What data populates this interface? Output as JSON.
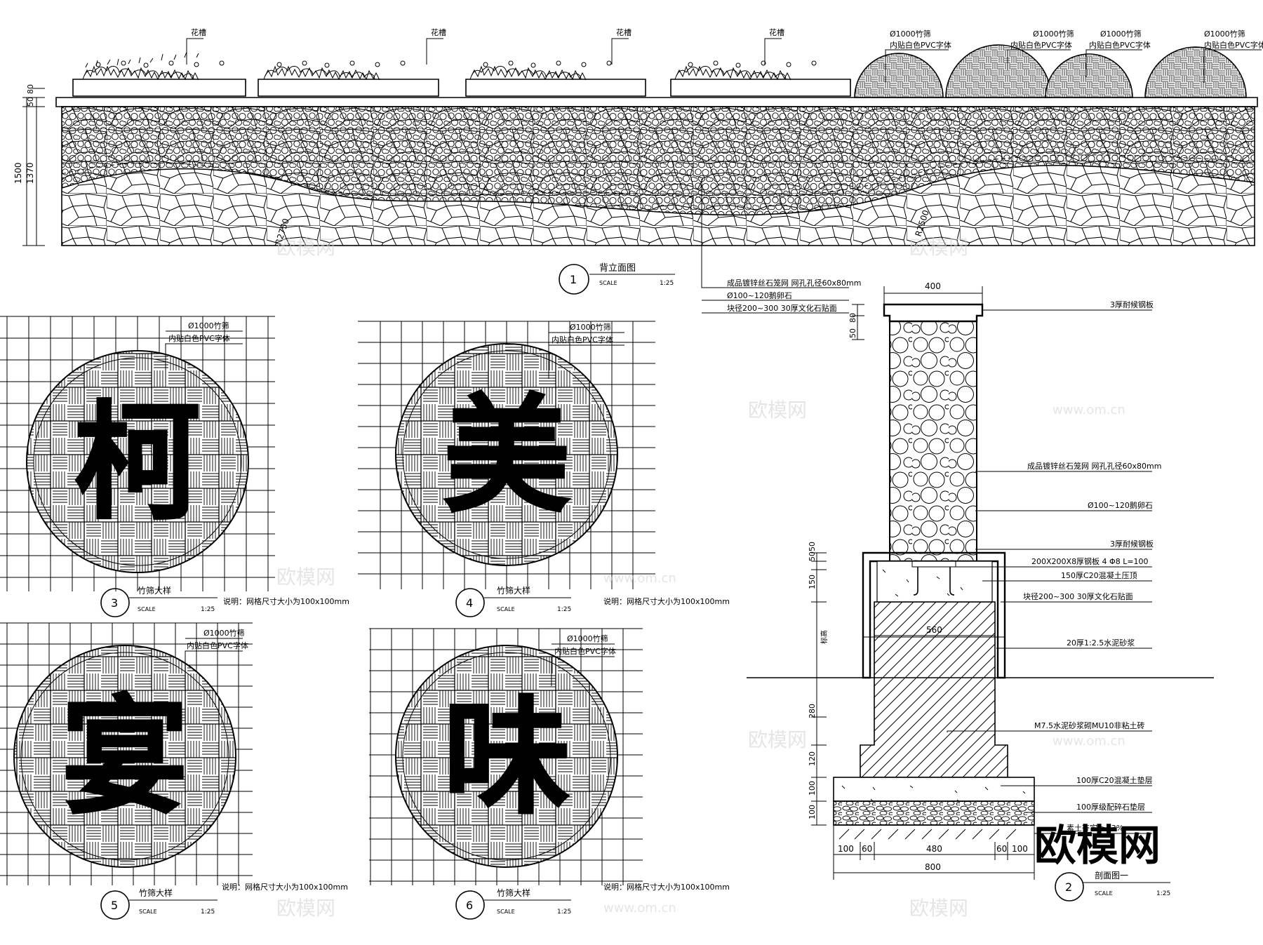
{
  "watermark": {
    "brand": "欧模网",
    "site": "www.om.cn"
  },
  "elevation": {
    "number": "1",
    "title": "背立面图",
    "scale_label": "SCALE",
    "scale": "1:25",
    "planter_label": "花槽",
    "bamboo_label": "Ø1000竹筛",
    "pvc_label": "内贴白色PVC字体",
    "dims": [
      "1500",
      "1370",
      "80",
      "50"
    ],
    "callouts": [
      "成品镀锌丝石笼网 网孔孔径60x80mm",
      "Ø100~120鹅卵石",
      "块径200~300 30厚文化石贴面"
    ],
    "radius_labels": [
      "R2750",
      "R2500"
    ]
  },
  "details": [
    {
      "id": "detail-3",
      "number": "3",
      "char": "柯",
      "title": "竹筛大样",
      "scale_label": "SCALE",
      "scale": "1:25",
      "note": "说明：网格尺寸大小为100x100mm",
      "callout1": "Ø1000竹筛",
      "callout2": "内贴白色PVC字体"
    },
    {
      "id": "detail-4",
      "number": "4",
      "char": "美",
      "title": "竹筛大样",
      "scale_label": "SCALE",
      "scale": "1:25",
      "note": "说明：网格尺寸大小为100x100mm",
      "callout1": "Ø1000竹筛",
      "callout2": "内贴白色PVC字体"
    },
    {
      "id": "detail-5",
      "number": "5",
      "char": "宴",
      "title": "竹筛大样",
      "scale_label": "SCALE",
      "scale": "1:25",
      "note": "说明：网格尺寸大小为100x100mm",
      "callout1": "Ø1000竹筛",
      "callout2": "内贴白色PVC字体"
    },
    {
      "id": "detail-6",
      "number": "6",
      "char": "味",
      "title": "竹筛大样",
      "scale_label": "SCALE",
      "scale": "1:25",
      "note": "说明：网格尺寸大小为100x100mm",
      "callout1": "Ø1000竹筛",
      "callout2": "内贴白色PVC字体"
    }
  ],
  "section": {
    "number": "2",
    "title": "剖面图一",
    "scale_label": "SCALE",
    "scale": "1:25",
    "top_width": "400",
    "width_560": "560",
    "bottom_dims": [
      "100",
      "60",
      "480",
      "60",
      "100"
    ],
    "total_width": "800",
    "vert_dims": [
      "50",
      "80",
      "50",
      "50",
      "150",
      "280",
      "120",
      "100",
      "100"
    ],
    "ground_label": "标高",
    "callouts": [
      "3厚耐候钢板",
      "成品镀锌丝石笼网 网孔孔径60x80mm",
      "Ø100~120鹅卵石",
      "3厚耐候钢板",
      "200X200X8厚钢板 4 Φ8 L=100",
      "150厚C20混凝土压顶",
      "块径200~300 30厚文化石贴面",
      "20厚1:2.5水泥砂浆",
      "M7.5水泥砂浆砌MU10非粘土砖",
      "100厚C20混凝土垫层",
      "100厚级配碎石垫层",
      "素土夯实 ≥93%"
    ]
  }
}
